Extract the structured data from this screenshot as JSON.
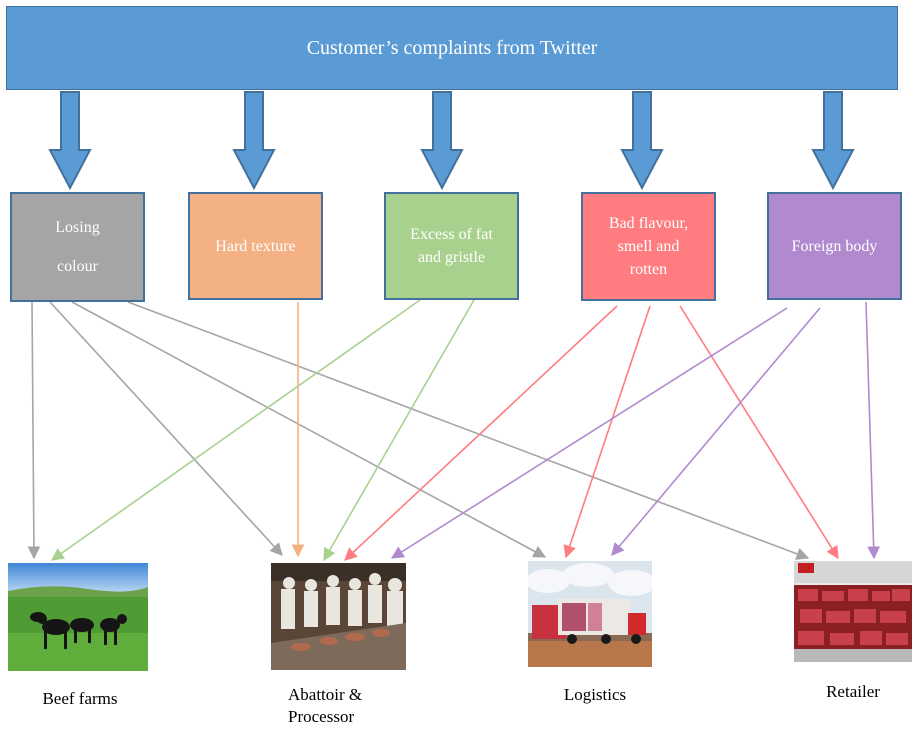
{
  "title": "Customer’s complaints from Twitter",
  "complaints": [
    {
      "id": "losing-colour",
      "lines": [
        "Losing",
        "colour"
      ],
      "color": "#a5a5a5"
    },
    {
      "id": "hard-texture",
      "lines": [
        "Hard texture"
      ],
      "color": "#f4b183"
    },
    {
      "id": "excess-fat",
      "lines": [
        "Excess of fat",
        "and gristle"
      ],
      "color": "#a9d18e"
    },
    {
      "id": "bad-flavour",
      "lines": [
        "Bad flavour,",
        "smell and",
        "rotten"
      ],
      "color": "#ff7c80"
    },
    {
      "id": "foreign-body",
      "lines": [
        "Foreign body"
      ],
      "color": "#b089cf"
    }
  ],
  "destinations": [
    {
      "id": "beef-farms",
      "label": "Beef farms"
    },
    {
      "id": "abattoir",
      "label": "Abattoir & Processor"
    },
    {
      "id": "logistics",
      "label": "Logistics"
    },
    {
      "id": "retailer",
      "label": "Retailer"
    }
  ],
  "links": [
    {
      "from": "losing-colour",
      "to": "beef-farms"
    },
    {
      "from": "losing-colour",
      "to": "abattoir"
    },
    {
      "from": "losing-colour",
      "to": "logistics"
    },
    {
      "from": "losing-colour",
      "to": "retailer"
    },
    {
      "from": "hard-texture",
      "to": "abattoir"
    },
    {
      "from": "excess-fat",
      "to": "beef-farms"
    },
    {
      "from": "excess-fat",
      "to": "abattoir"
    },
    {
      "from": "bad-flavour",
      "to": "abattoir"
    },
    {
      "from": "bad-flavour",
      "to": "logistics"
    },
    {
      "from": "bad-flavour",
      "to": "retailer"
    },
    {
      "from": "foreign-body",
      "to": "abattoir"
    },
    {
      "from": "foreign-body",
      "to": "logistics"
    },
    {
      "from": "foreign-body",
      "to": "retailer"
    }
  ],
  "colors": {
    "banner": "#5b9bd5",
    "banner_border": "#41719c",
    "arrow_fill": "#5b9bd5"
  }
}
